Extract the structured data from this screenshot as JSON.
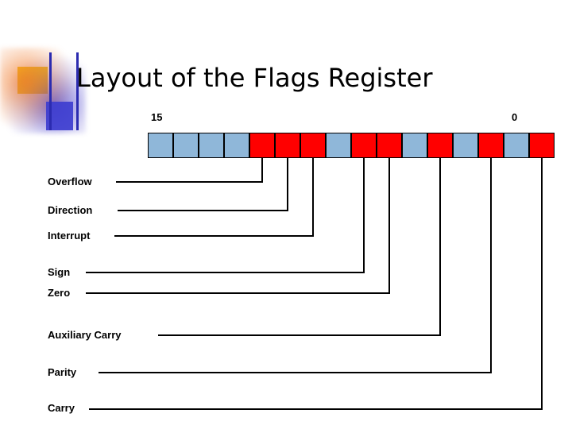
{
  "slide": {
    "title": "Layout of the Flags Register",
    "bit_labels": {
      "high": "15",
      "low": "0"
    },
    "colors": {
      "unused_bit": "#8fb7d9",
      "flag_bit": "#ff0000",
      "outline": "#000000",
      "accent_yellow": "#f5c518",
      "accent_blue": "#3d3dcf"
    },
    "register": {
      "bit_count": 16,
      "bits": [
        {
          "index": 15,
          "type": "unused",
          "color": "#8fb7d9"
        },
        {
          "index": 14,
          "type": "unused",
          "color": "#8fb7d9"
        },
        {
          "index": 13,
          "type": "unused",
          "color": "#8fb7d9"
        },
        {
          "index": 12,
          "type": "unused",
          "color": "#8fb7d9"
        },
        {
          "index": 11,
          "type": "flag",
          "color": "#ff0000"
        },
        {
          "index": 10,
          "type": "flag",
          "color": "#ff0000"
        },
        {
          "index": 9,
          "type": "flag",
          "color": "#ff0000"
        },
        {
          "index": 8,
          "type": "unused",
          "color": "#8fb7d9"
        },
        {
          "index": 7,
          "type": "flag",
          "color": "#ff0000"
        },
        {
          "index": 6,
          "type": "flag",
          "color": "#ff0000"
        },
        {
          "index": 5,
          "type": "unused",
          "color": "#8fb7d9"
        },
        {
          "index": 4,
          "type": "flag",
          "color": "#ff0000"
        },
        {
          "index": 3,
          "type": "unused",
          "color": "#8fb7d9"
        },
        {
          "index": 2,
          "type": "flag",
          "color": "#ff0000"
        },
        {
          "index": 1,
          "type": "unused",
          "color": "#8fb7d9"
        },
        {
          "index": 0,
          "type": "flag",
          "color": "#ff0000"
        }
      ]
    },
    "flags": [
      {
        "name": "Overflow",
        "label": "Overflow"
      },
      {
        "name": "Direction",
        "label": "Direction"
      },
      {
        "name": "Interrupt",
        "label": "Interrupt"
      },
      {
        "name": "Sign",
        "label": "Sign"
      },
      {
        "name": "Zero",
        "label": "Zero"
      },
      {
        "name": "Auxiliary Carry",
        "label": "Auxiliary Carry"
      },
      {
        "name": "Parity",
        "label": "Parity"
      },
      {
        "name": "Carry",
        "label": "Carry"
      }
    ]
  }
}
